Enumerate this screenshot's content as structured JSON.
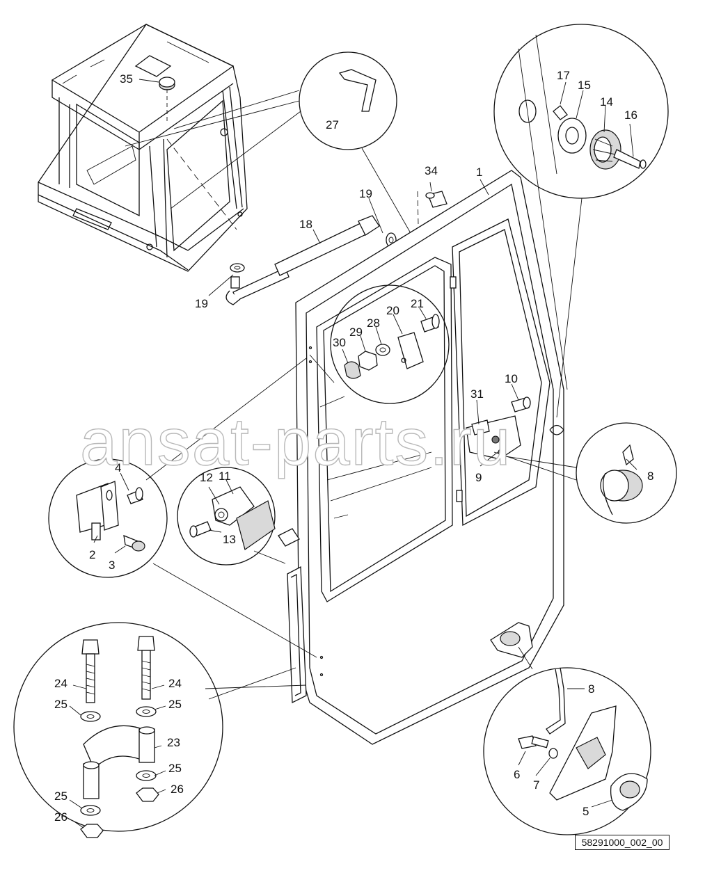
{
  "diagram": {
    "reference_code": "58291000_002_00",
    "watermark": "ansat-parts.ru",
    "callouts": [
      {
        "id": "c1",
        "text": "1"
      },
      {
        "id": "c2",
        "text": "2"
      },
      {
        "id": "c3",
        "text": "3"
      },
      {
        "id": "c4",
        "text": "4"
      },
      {
        "id": "c5",
        "text": "5"
      },
      {
        "id": "c6",
        "text": "6"
      },
      {
        "id": "c7",
        "text": "7"
      },
      {
        "id": "c8a",
        "text": "8"
      },
      {
        "id": "c8b",
        "text": "8"
      },
      {
        "id": "c9",
        "text": "9"
      },
      {
        "id": "c10",
        "text": "10"
      },
      {
        "id": "c11",
        "text": "11"
      },
      {
        "id": "c12",
        "text": "12"
      },
      {
        "id": "c13",
        "text": "13"
      },
      {
        "id": "c14",
        "text": "14"
      },
      {
        "id": "c15",
        "text": "15"
      },
      {
        "id": "c16",
        "text": "16"
      },
      {
        "id": "c17",
        "text": "17"
      },
      {
        "id": "c18",
        "text": "18"
      },
      {
        "id": "c19a",
        "text": "19"
      },
      {
        "id": "c19b",
        "text": "19"
      },
      {
        "id": "c20",
        "text": "20"
      },
      {
        "id": "c21",
        "text": "21"
      },
      {
        "id": "c23",
        "text": "23"
      },
      {
        "id": "c24a",
        "text": "24"
      },
      {
        "id": "c24b",
        "text": "24"
      },
      {
        "id": "c25a",
        "text": "25"
      },
      {
        "id": "c25b",
        "text": "25"
      },
      {
        "id": "c25c",
        "text": "25"
      },
      {
        "id": "c25d",
        "text": "25"
      },
      {
        "id": "c26a",
        "text": "26"
      },
      {
        "id": "c26b",
        "text": "26"
      },
      {
        "id": "c27",
        "text": "27"
      },
      {
        "id": "c28",
        "text": "28"
      },
      {
        "id": "c29",
        "text": "29"
      },
      {
        "id": "c30",
        "text": "30"
      },
      {
        "id": "c31",
        "text": "31"
      },
      {
        "id": "c34",
        "text": "34"
      },
      {
        "id": "c35",
        "text": "35"
      }
    ]
  }
}
